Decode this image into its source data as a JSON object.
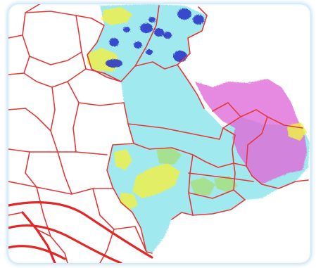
{
  "map": {
    "background": "#ffffff",
    "border_line_color": "#e23a3a",
    "major_line_color": "#e02828",
    "frame_glow_color": "#a8d4ee",
    "legend_shown": false,
    "labels_shown": false,
    "fill_classes": [
      {
        "class": "cyan",
        "color": "#8fe6ec"
      },
      {
        "class": "magenta",
        "color": "#e06ad8"
      },
      {
        "class": "yellow",
        "color": "#eef04a"
      },
      {
        "class": "blue",
        "color": "#2c39c8"
      },
      {
        "class": "green",
        "color": "#a8e07a"
      }
    ]
  }
}
